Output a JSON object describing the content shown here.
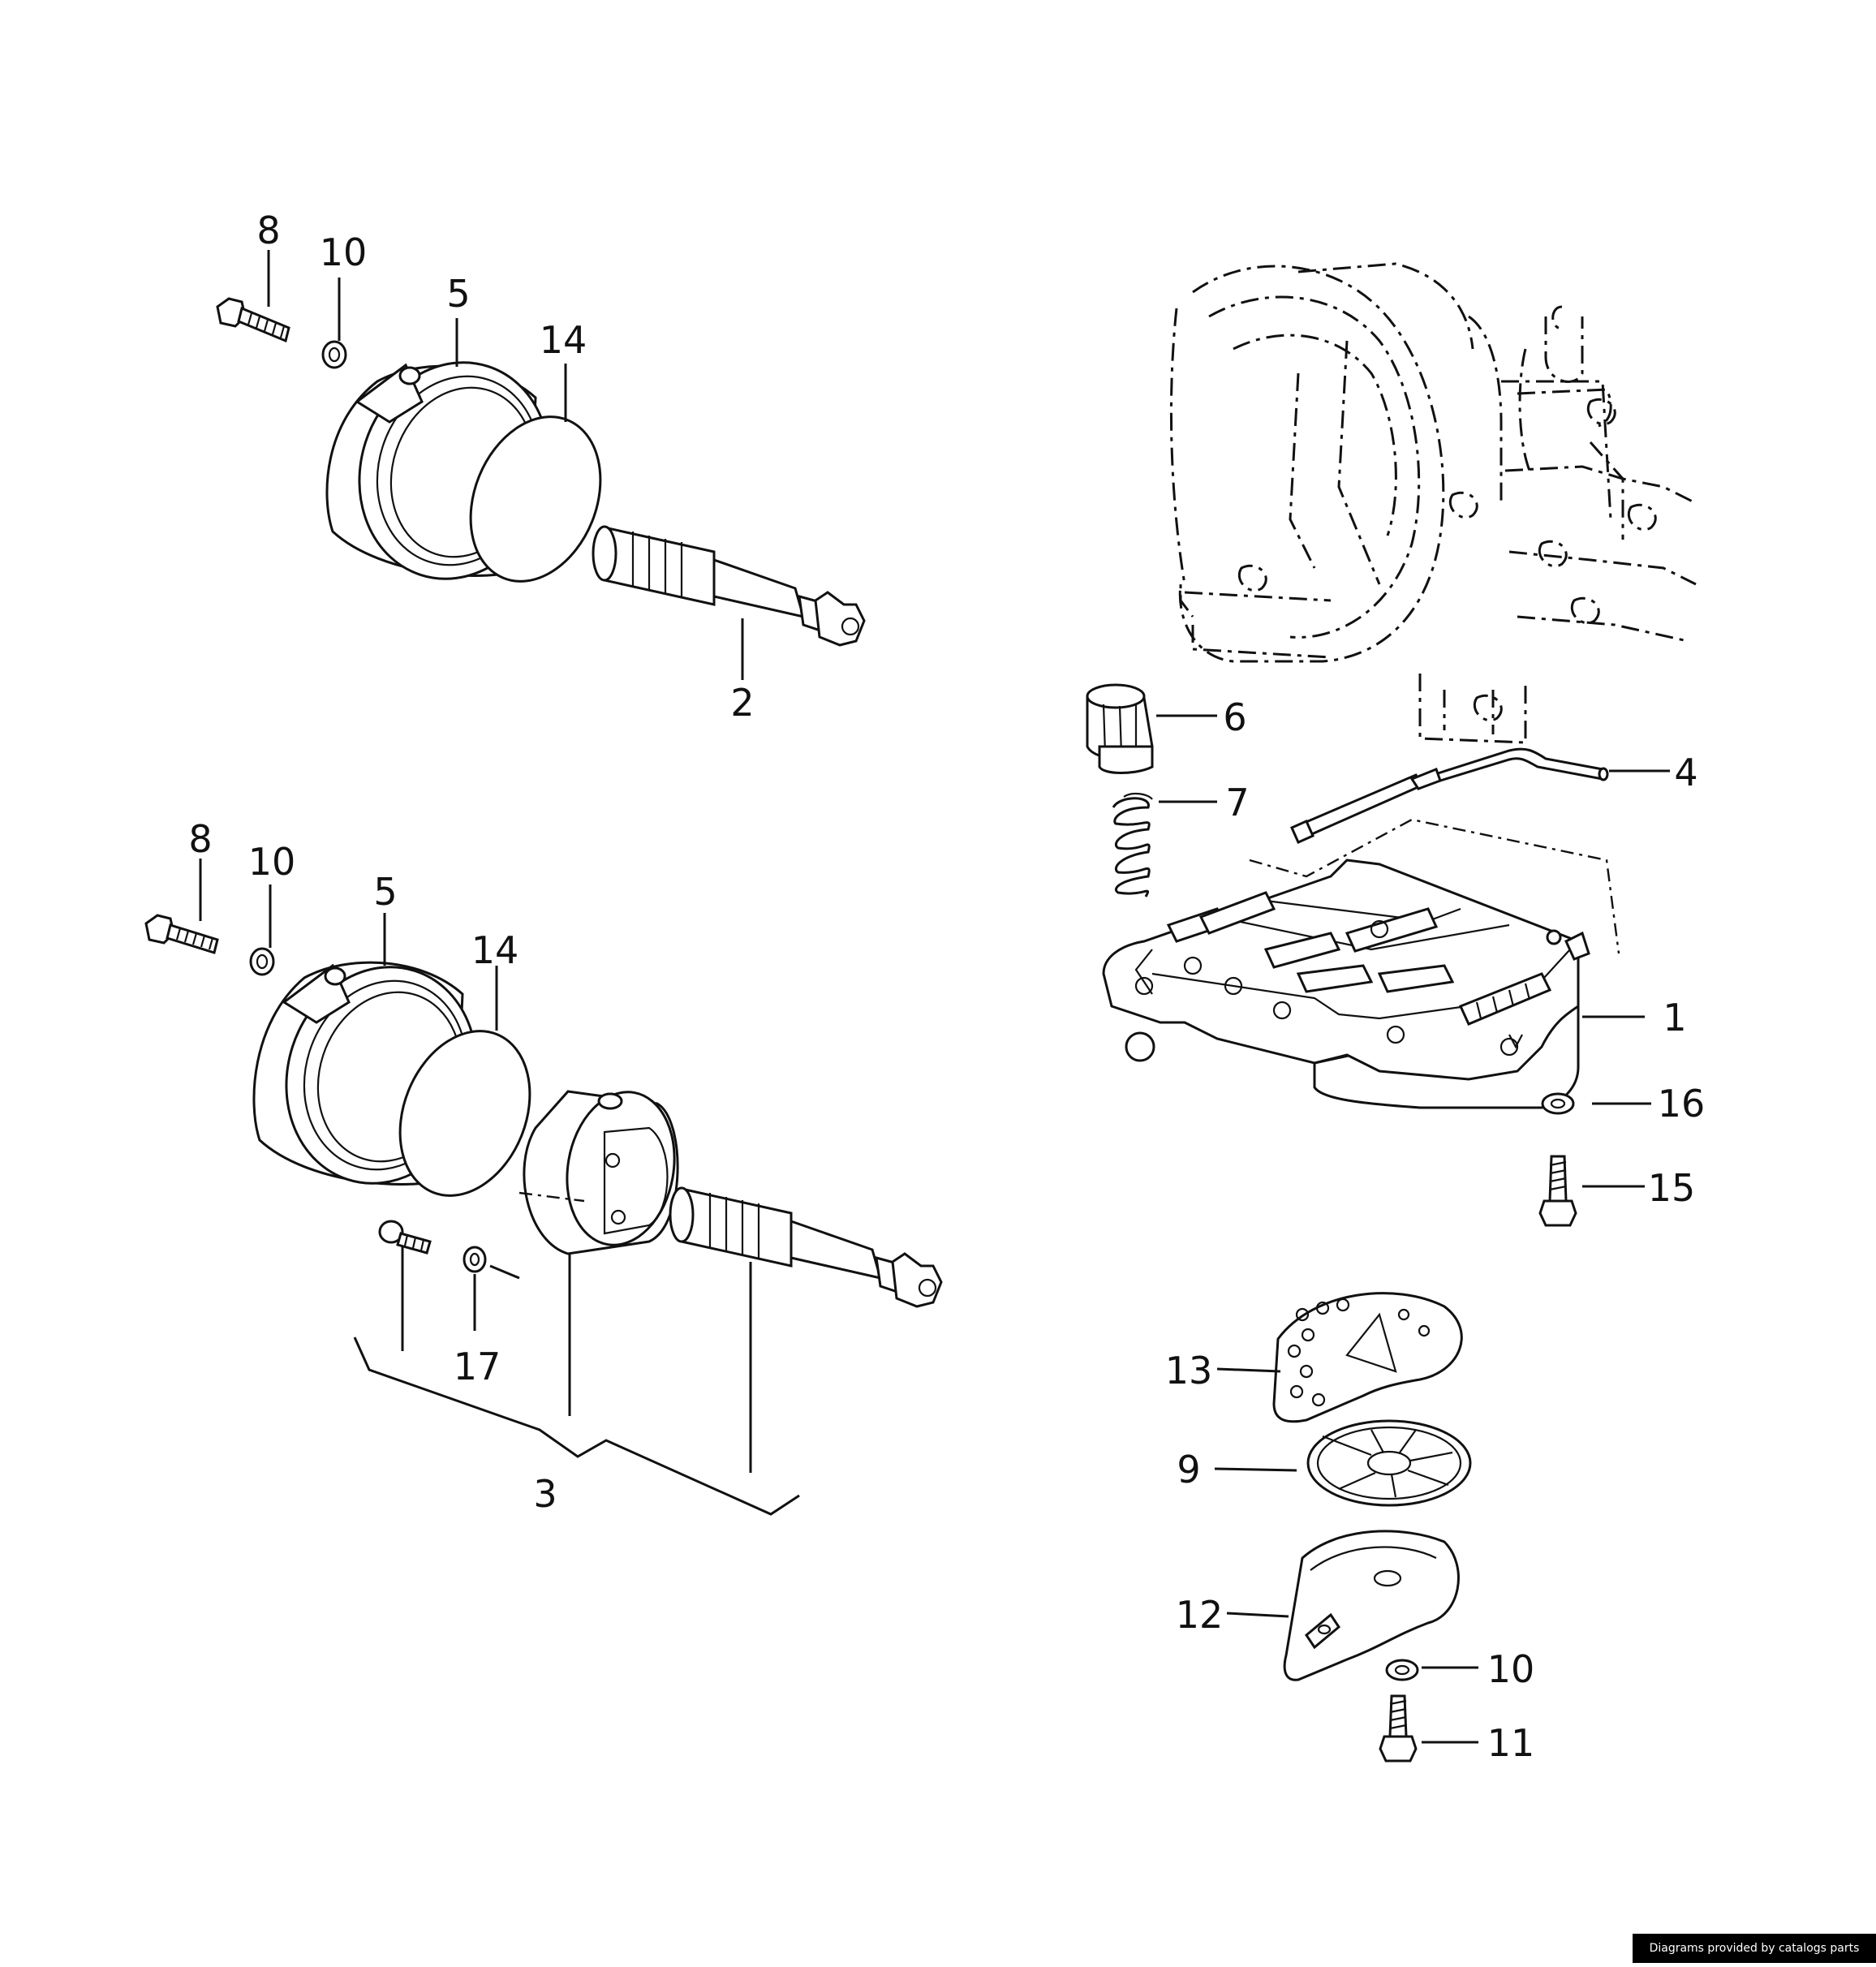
{
  "callouts": {
    "top_bolt": "8",
    "top_washer": "10",
    "top_housing": "5",
    "top_ring": "14",
    "top_shaft": "2",
    "mid_bolt": "8",
    "mid_washer": "10",
    "mid_housing": "5",
    "mid_ring": "14",
    "small_washer": "17",
    "assembly": "3",
    "filter": "6",
    "spring": "7",
    "tube": "4",
    "valve_body": "1",
    "washer_16": "16",
    "bolt_15": "15",
    "gasket": "13",
    "filter_screen": "9",
    "cover": "12",
    "washer_bottom": "10",
    "bolt_bottom": "11"
  },
  "credit": "Diagrams provided by catalogs parts"
}
